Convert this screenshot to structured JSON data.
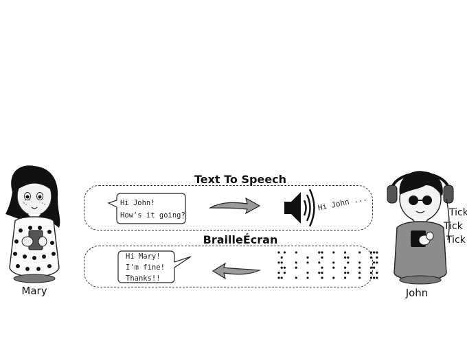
{
  "panels": {
    "tts": {
      "title": "Text To Speech",
      "bubble_lines": [
        "Hi John!",
        "How's it going?"
      ],
      "audio_text": "Hi John ..."
    },
    "braille": {
      "title": "BrailleÉcran",
      "bubble_lines": [
        "Hi Mary!",
        "I'm fine!",
        "Thanks!!"
      ]
    }
  },
  "people": {
    "mary": {
      "label": "Mary"
    },
    "john": {
      "label": "John",
      "ticks": [
        "Tick",
        "Tick",
        "Tick"
      ]
    }
  },
  "icons": {
    "speaker": "speaker-icon",
    "braille": "braille-dots-icon",
    "arrow_right": "arrow-right-icon",
    "arrow_left": "arrow-left-icon"
  },
  "colors": {
    "outline": "#222222",
    "arrow_fill": "#9a9a9a",
    "john_shirt": "#8c8c8c"
  }
}
